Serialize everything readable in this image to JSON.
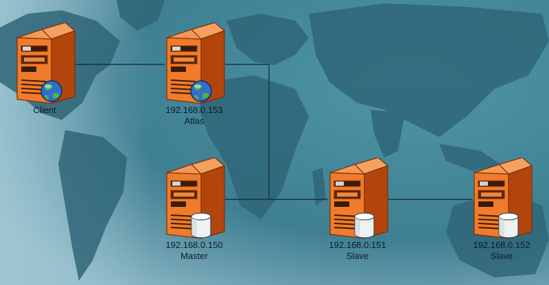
{
  "diagram": {
    "type": "network-topology",
    "background": "world-map",
    "colors": {
      "ocean_light": "#9fc5d2",
      "ocean_dark": "#3f7f92",
      "land": "#2f6678",
      "server_orange": "#f07b2a",
      "server_dark": "#b3450c",
      "link": "#16323d"
    },
    "nodes": [
      {
        "id": "client",
        "role": "Client",
        "ip": "",
        "icon": "globe-icon"
      },
      {
        "id": "atlas",
        "role": "Atlas",
        "ip": "192.168.0.153",
        "icon": "globe-icon"
      },
      {
        "id": "master",
        "role": "Master",
        "ip": "192.168.0.150",
        "icon": "database-icon"
      },
      {
        "id": "slave1",
        "role": "Slave",
        "ip": "192.168.0.151",
        "icon": "database-icon"
      },
      {
        "id": "slave2",
        "role": "Slave",
        "ip": "192.168.0.152",
        "icon": "database-icon"
      }
    ],
    "edges": [
      [
        "client",
        "atlas"
      ],
      [
        "atlas",
        "master"
      ],
      [
        "atlas",
        "slave1"
      ],
      [
        "master",
        "slave1"
      ],
      [
        "slave1",
        "slave2"
      ]
    ]
  }
}
